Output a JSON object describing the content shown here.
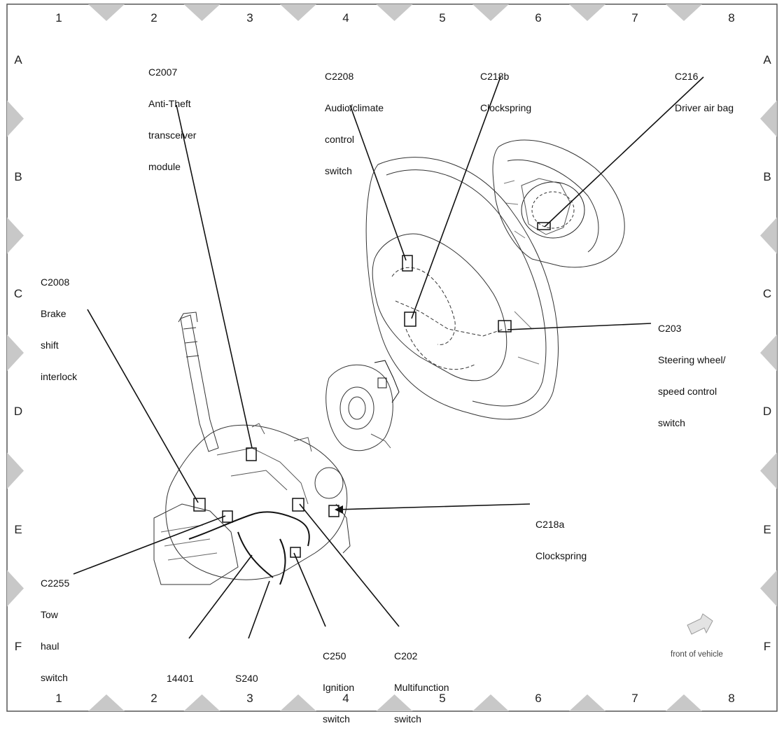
{
  "grid": {
    "columns": [
      "1",
      "2",
      "3",
      "4",
      "5",
      "6",
      "7",
      "8"
    ],
    "rows": [
      "A",
      "B",
      "C",
      "D",
      "E",
      "F"
    ]
  },
  "callouts": [
    {
      "id": "c2007",
      "name": "C2007",
      "desc": [
        "Anti-Theft",
        "transceiver",
        "module"
      ]
    },
    {
      "id": "c2208",
      "name": "C2208",
      "desc": [
        "Audio/climate",
        "control",
        "switch"
      ]
    },
    {
      "id": "c218b",
      "name": "C218b",
      "desc": [
        "Clockspring"
      ]
    },
    {
      "id": "c216",
      "name": "C216",
      "desc": [
        "Driver air bag"
      ]
    },
    {
      "id": "c2008",
      "name": "C2008",
      "desc": [
        "Brake",
        "shift",
        "interlock"
      ]
    },
    {
      "id": "c203",
      "name": "C203",
      "desc": [
        "Steering wheel/",
        "speed control",
        "switch"
      ]
    },
    {
      "id": "c218a",
      "name": "C218a",
      "desc": [
        "Clockspring"
      ]
    },
    {
      "id": "c2255",
      "name": "C2255",
      "desc": [
        "Tow",
        "haul",
        "switch"
      ]
    },
    {
      "id": "p14401",
      "name": "14401",
      "desc": []
    },
    {
      "id": "s240",
      "name": "S240",
      "desc": []
    },
    {
      "id": "c250",
      "name": "C250",
      "desc": [
        "Ignition",
        "switch"
      ]
    },
    {
      "id": "c202",
      "name": "C202",
      "desc": [
        "Multifunction",
        "switch"
      ]
    }
  ],
  "direction_note": "front of vehicle",
  "colors": {
    "line": "#111111",
    "marker": "#c8c8c8",
    "arrow": "#d9d9d9"
  }
}
